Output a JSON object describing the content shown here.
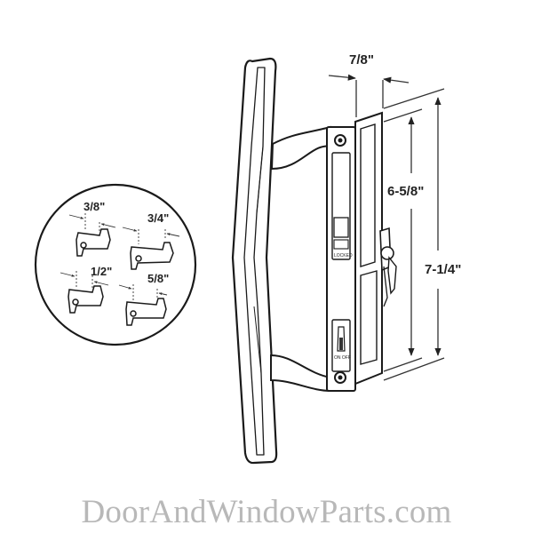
{
  "diagram": {
    "subject": "Sliding patio door handle set with keyed lock",
    "dimensions": {
      "width_top": "7/8\"",
      "inner_height": "6-5/8\"",
      "outer_height": "7-1/4\""
    },
    "inset": {
      "latch_offsets": [
        "3/8\"",
        "3/4\"",
        "1/2\"",
        "5/8\""
      ]
    },
    "lock_labels": {
      "locked": "LOCKED",
      "on_off": "ON  OFF"
    },
    "colors": {
      "line": "#1a1a1a",
      "dim_line": "#333333",
      "watermark": "#b8b8b8",
      "background": "#ffffff"
    }
  },
  "watermark": {
    "text": "DoorAndWindowParts.com"
  }
}
